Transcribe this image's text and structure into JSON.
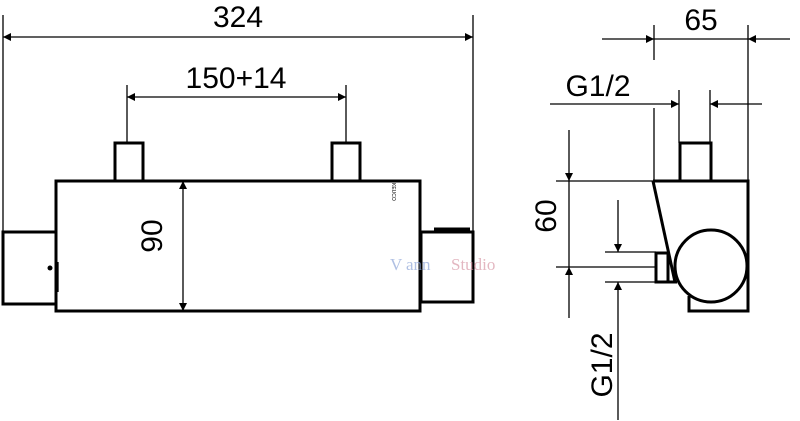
{
  "front_view": {
    "overall_width": "324",
    "inlet_spacing": "150+14",
    "body_height": "90",
    "brand_mark": "KEUCO"
  },
  "side_view": {
    "depth": "65",
    "top_thread": "G1/2",
    "outlet_height": "60",
    "bottom_thread": "G1/2"
  },
  "watermark": {
    "part1": "V",
    "part2": "ann",
    "part3": "Studio"
  },
  "colors": {
    "line": "#000000",
    "watermark_blue": "#8fa6d8",
    "watermark_pink": "#d89aa8"
  }
}
